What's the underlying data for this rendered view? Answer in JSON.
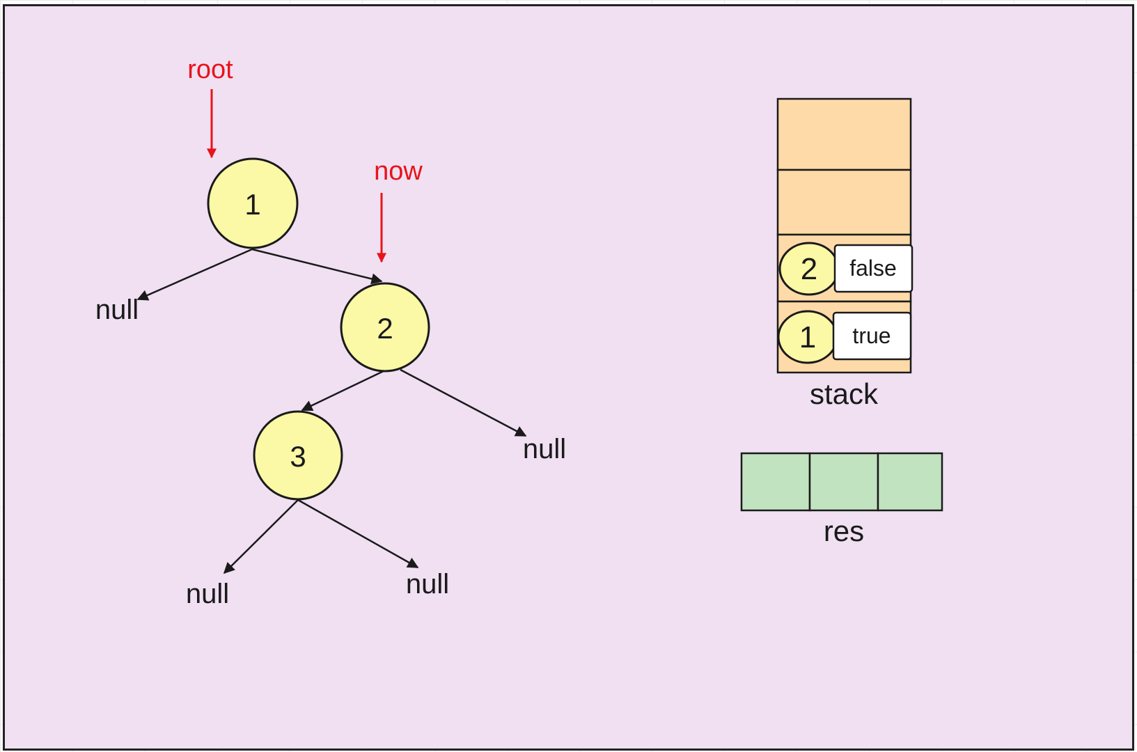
{
  "tree": {
    "nodes": [
      {
        "id": "n1",
        "label": "1"
      },
      {
        "id": "n2",
        "label": "2"
      },
      {
        "id": "n3",
        "label": "3"
      }
    ],
    "null_labels": [
      "null",
      "null",
      "null",
      "null"
    ]
  },
  "pointers": {
    "root": "root",
    "now": "now"
  },
  "stack": {
    "label": "stack",
    "entries": [
      {
        "node": "2",
        "flag": "false"
      },
      {
        "node": "1",
        "flag": "true"
      }
    ]
  },
  "res": {
    "label": "res",
    "cells": [
      "",
      "",
      ""
    ]
  },
  "colors": {
    "background": "#f0e0f2",
    "node_fill": "#fbf8a6",
    "pointer": "#e8131b",
    "stack_fill": "#fedaa8",
    "res_fill": "#c2e3c0"
  }
}
